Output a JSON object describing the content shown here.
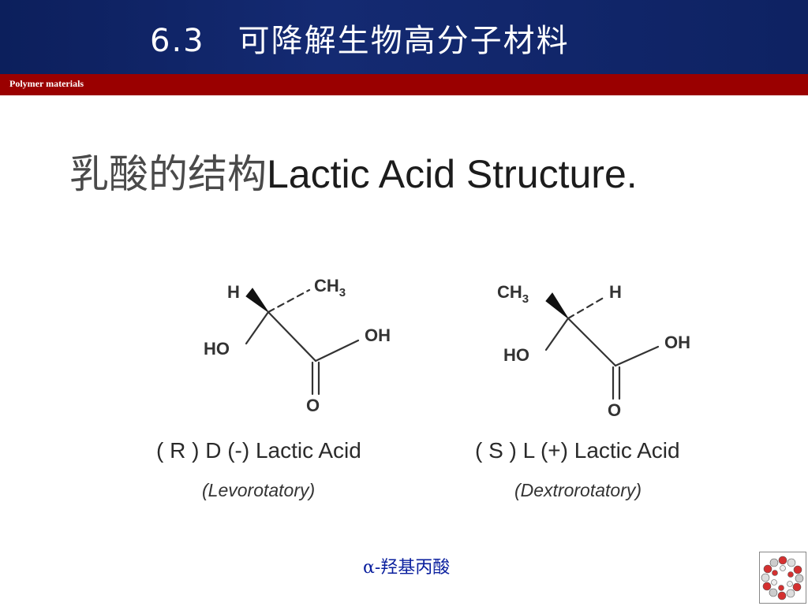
{
  "slide": {
    "title": "6.3　可降解生物高分子材料",
    "subtitle_bar": "Polymer materials"
  },
  "heading": {
    "cjk": "乳酸的结构",
    "latin": "Lactic Acid Structure."
  },
  "molecules": [
    {
      "top_left_label": "H",
      "top_right_label": "CH",
      "top_right_sub": "3",
      "hydroxyl": "HO",
      "acid_oh": "OH",
      "carbonyl_o": "O",
      "name": "( R ) D (-) Lactic Acid",
      "rotation": "(Levorotatory)"
    },
    {
      "top_left_label": "CH",
      "top_left_sub": "3",
      "top_right_label": "H",
      "hydroxyl": "HO",
      "acid_oh": "OH",
      "carbonyl_o": "O",
      "name": "( S ) L (+) Lactic Acid",
      "rotation": "(Dextrorotatory)"
    }
  ],
  "caption": "α-羟基丙酸",
  "colors": {
    "header": "#0c1f5c",
    "subbar": "#9a0000",
    "caption": "#0a1f9e"
  },
  "logo_icon": "molecular-ring-icon"
}
